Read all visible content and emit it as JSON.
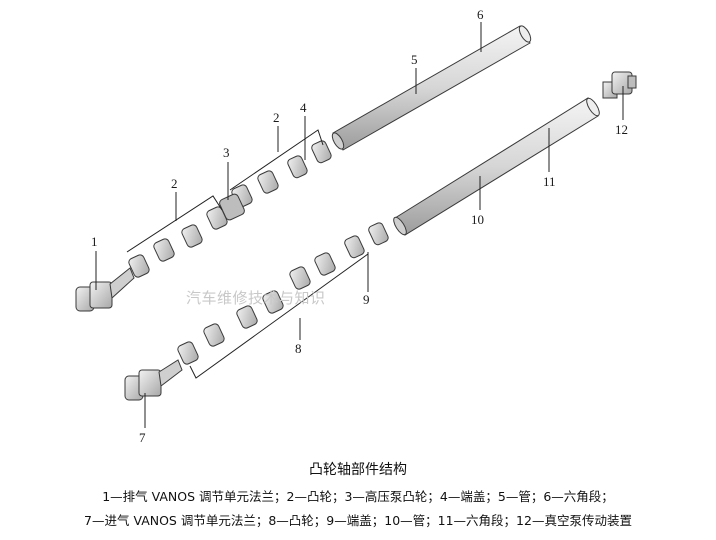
{
  "labels": {
    "l1": "1",
    "l2a": "2",
    "l2b": "2",
    "l3": "3",
    "l4": "4",
    "l5": "5",
    "l6": "6",
    "l7": "7",
    "l8": "8",
    "l9": "9",
    "l10": "10",
    "l11": "11",
    "l12": "12"
  },
  "watermark": "汽车维修技术与知识",
  "caption": {
    "title": "凸轮轴部件结构",
    "line1": "1—排气 VANOS 调节单元法兰；2—凸轮；3—高压泵凸轮；4—端盖；5—管；6—六角段；",
    "line2": "7—进气 VANOS 调节单元法兰；8—凸轮；9—端盖；10—管；11—六角段；12—真空泵传动装置"
  },
  "colors": {
    "outline": "#3a3a3a",
    "part_fill": "#dcdcdc",
    "part_shade": "#9a9a9a",
    "line": "#222222"
  }
}
